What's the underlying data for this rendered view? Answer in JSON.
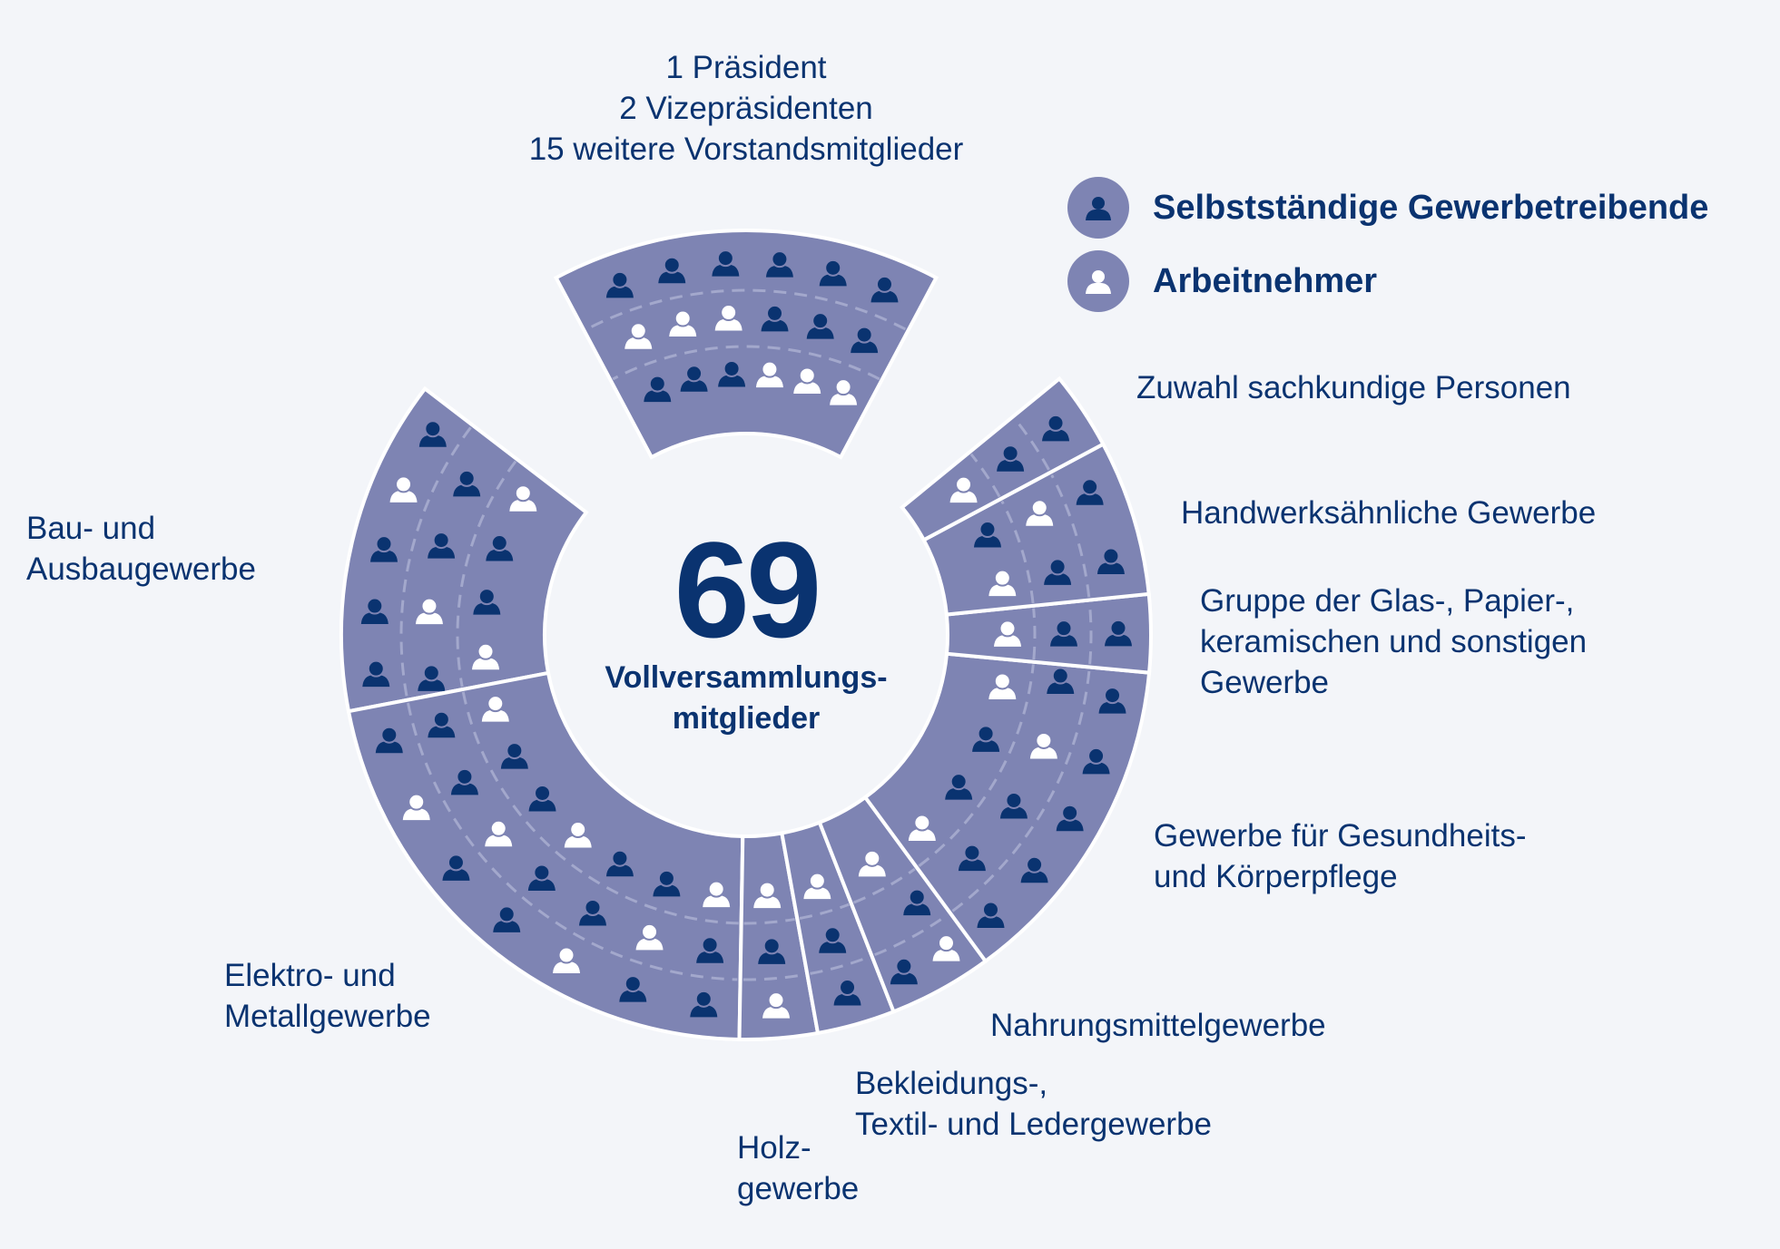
{
  "header": {
    "lines": [
      "1 Präsident",
      "2 Vizepräsidenten",
      "15 weitere Vorstandsmitglieder"
    ]
  },
  "center": {
    "total": "69",
    "label_lines": [
      "Vollversammlungs-",
      "mitglieder"
    ]
  },
  "legend": [
    {
      "label": "Selbstständige Gewerbetreibende",
      "icon": "person-dark-icon"
    },
    {
      "label": "Arbeitnehmer",
      "icon": "person-white-icon"
    }
  ],
  "colors": {
    "background": "#f3f5f9",
    "segment": "#7e84b3",
    "selbststaendige": "#0a3370",
    "arbeitnehmer": "#ffffff"
  },
  "vorstand": {
    "rows": [
      [
        "s",
        "s",
        "s",
        "s",
        "s",
        "s"
      ],
      [
        "a",
        "a",
        "a",
        "s",
        "s",
        "s"
      ],
      [
        "s",
        "s",
        "s",
        "a",
        "a",
        "a"
      ]
    ]
  },
  "segments": [
    {
      "id": "bau",
      "label_lines": [
        "Bau- und",
        "Ausbaugewerbe"
      ],
      "selbststaendige": 9,
      "arbeitnehmer": 4
    },
    {
      "id": "elektro",
      "label_lines": [
        "Elektro- und",
        "Metallgewerbe"
      ],
      "selbststaendige": 14,
      "arbeitnehmer": 7
    },
    {
      "id": "holz",
      "label_lines": [
        "Holz-",
        "gewerbe"
      ],
      "selbststaendige": 1,
      "arbeitnehmer": 2
    },
    {
      "id": "bekleidung",
      "label_lines": [
        "Bekleidungs-,",
        "Textil- und Ledergewerbe"
      ],
      "selbststaendige": 2,
      "arbeitnehmer": 1
    },
    {
      "id": "nahrung",
      "label_lines": [
        "Nahrungsmittelgewerbe"
      ],
      "selbststaendige": 2,
      "arbeitnehmer": 2
    },
    {
      "id": "gesundheit",
      "label_lines": [
        "Gewerbe für Gesundheits-",
        "und Körperpflege"
      ],
      "selbststaendige": 10,
      "arbeitnehmer": 3
    },
    {
      "id": "glas",
      "label_lines": [
        "Gruppe der Glas-, Papier-,",
        "keramischen und sonstigen",
        "Gewerbe"
      ],
      "selbststaendige": 2,
      "arbeitnehmer": 1
    },
    {
      "id": "handwerk",
      "label_lines": [
        "Handwerksähnliche Gewerbe"
      ],
      "selbststaendige": 4,
      "arbeitnehmer": 2
    },
    {
      "id": "zuwahl",
      "label_lines": [
        "Zuwahl sachkundige Personen"
      ],
      "selbststaendige": 2,
      "arbeitnehmer": 1
    }
  ]
}
